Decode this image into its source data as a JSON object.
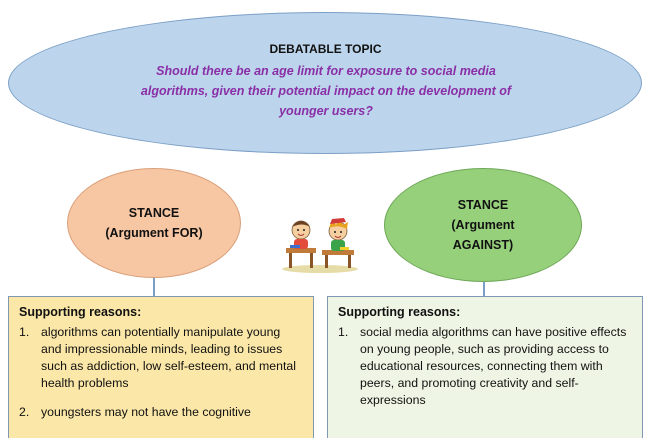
{
  "topic": {
    "heading": "DEBATABLE TOPIC",
    "question_lines": [
      "Should there be an age limit for exposure to social media",
      "algorithms, given their potential impact on the development of",
      "younger users?"
    ]
  },
  "stance_for": {
    "line1": "STANCE",
    "line2": "(Argument FOR)"
  },
  "stance_against": {
    "line1": "STANCE",
    "line2": "(Argument",
    "line3": "AGAINST)"
  },
  "reasons_for": {
    "title": "Supporting reasons:",
    "items": [
      {
        "num": "1.",
        "text": "algorithms can potentially manipulate young and impressionable minds, leading to issues such as addiction, low self-esteem, and mental health problems"
      },
      {
        "num": "2.",
        "text": "youngsters may not have the cognitive"
      }
    ]
  },
  "reasons_against": {
    "title": "Supporting reasons:",
    "items": [
      {
        "num": "1.",
        "text": "social media algorithms can have positive effects on young people, such as providing access to educational resources, connecting them with peers, and promoting creativity and self-expressions"
      }
    ]
  },
  "colors": {
    "topic_fill": "#bcd5ec",
    "question_text": "#8a2fa6",
    "for_fill": "#f7c6a3",
    "against_fill": "#96d07b",
    "for_box": "#fbe7a8",
    "against_box": "#eef5e4"
  },
  "icons": {
    "center_illustration": "kids-at-desks-illustration"
  }
}
